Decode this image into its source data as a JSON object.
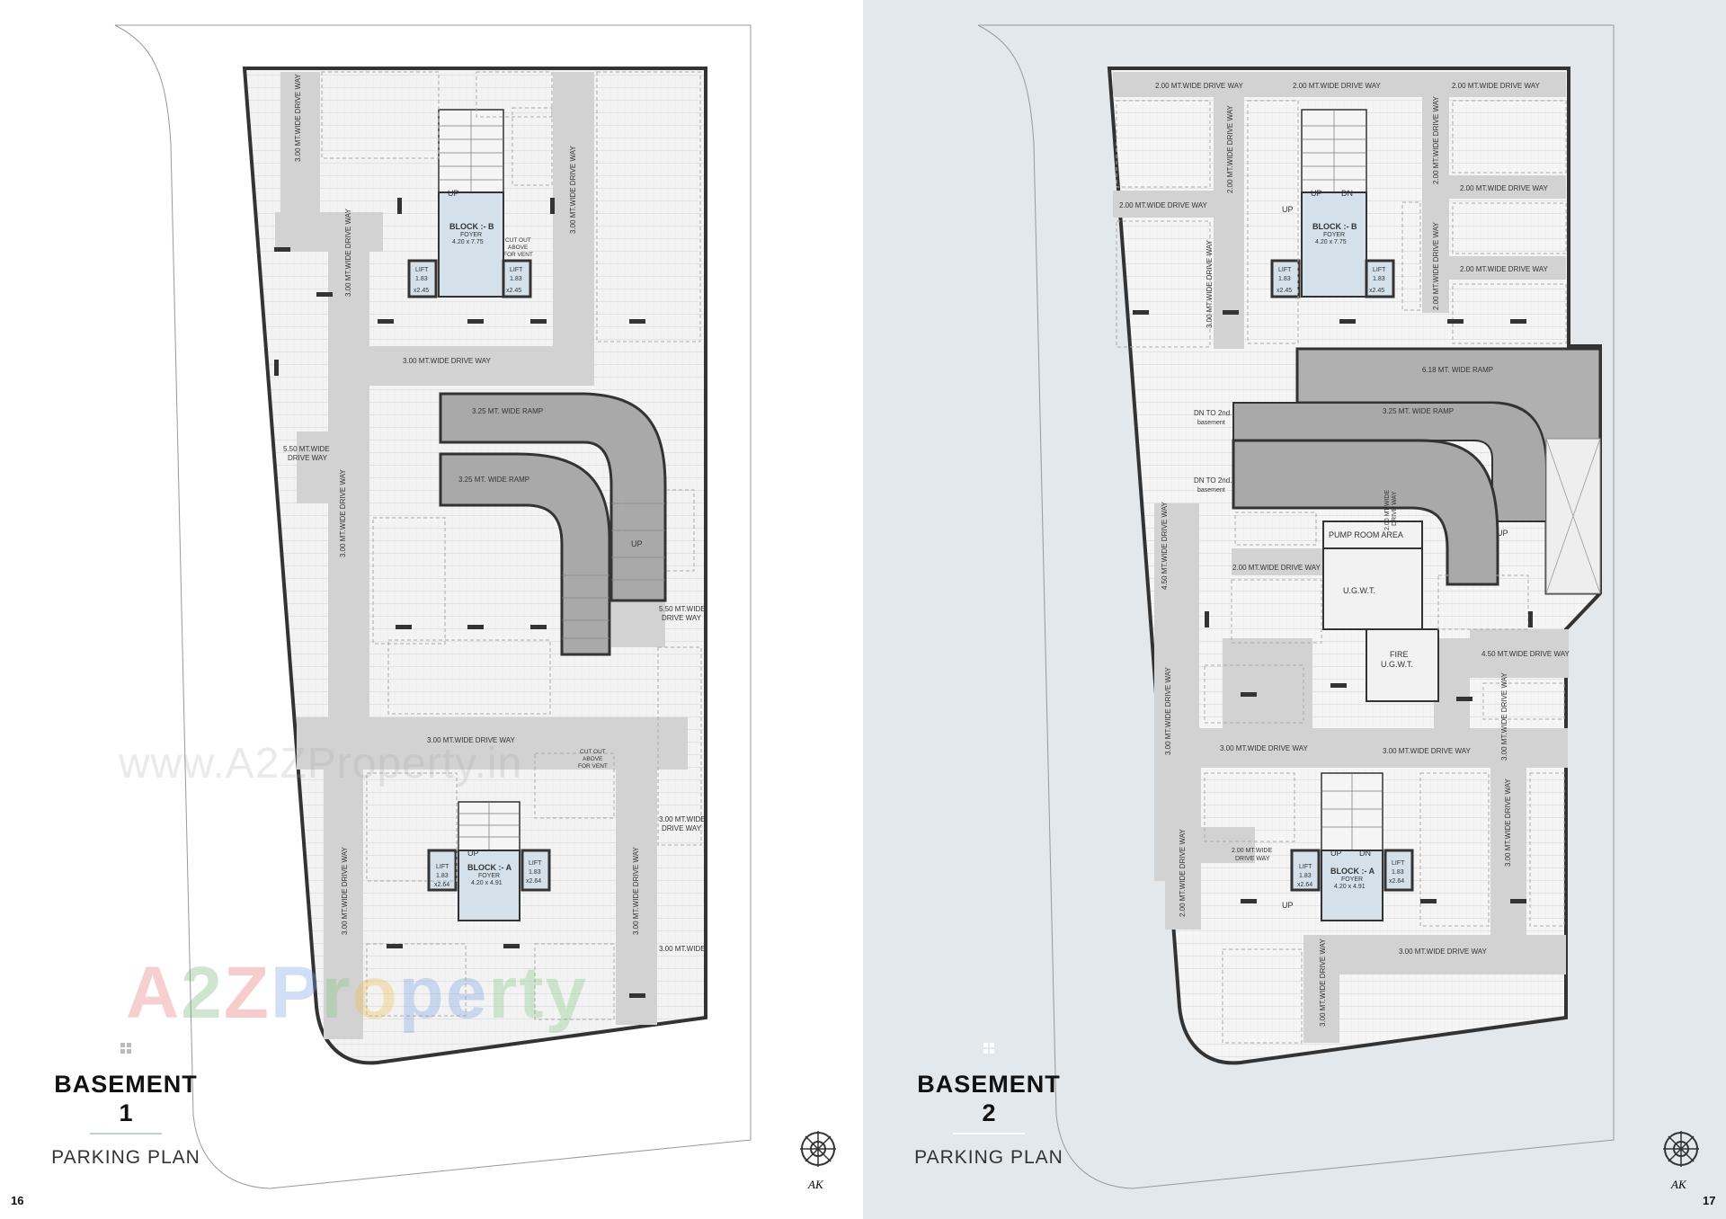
{
  "pages": [
    {
      "title": "BASEMENT",
      "number": "1",
      "subtitle": "PARKING PLAN",
      "page_number": "16",
      "labels": {
        "driveway_3m": "3.00 MT.WIDE DRIVE WAY",
        "driveway_550": "5.50 MT.WIDE",
        "driveway_550b": "DRIVE WAY",
        "ramp": "3.25 MT. WIDE RAMP",
        "up": "UP",
        "cut_out_1": "CUT OUT",
        "cut_out_2": "ABOVE",
        "cut_out_3": "FOR VENT",
        "block_b": "BLOCK :- B",
        "block_a": "BLOCK :- A",
        "foyer": "FOYER",
        "foyer_b_size": "4.20 x 7.75",
        "foyer_a_size": "4.20 x 4.91",
        "lift": "LIFT",
        "lift_w": "1.83",
        "lift_b_size": "x2.45",
        "lift_a_size": "x2.64",
        "driveway_3m_short": "3.00 MT.WIDE",
        "driveway_short": "DRIVE WAY"
      }
    },
    {
      "title": "BASEMENT",
      "number": "2",
      "subtitle": "PARKING PLAN",
      "page_number": "17",
      "labels": {
        "driveway_2m": "2.00 MT.WIDE DRIVE WAY",
        "driveway_2m_a": "2.00 MT.WIDE",
        "driveway_2m_b": "DRIVE WAY",
        "driveway_3m": "3.00 MT.WIDE DRIVE WAY",
        "driveway_450": "4.50 MT.WIDE DRIVE WAY",
        "ramp_618": "6.18 MT. WIDE RAMP",
        "ramp_325": "3.25 MT. WIDE RAMP",
        "dn_to_2nd": "DN TO 2nd.",
        "basement": "basement",
        "pump_room": "PUMP ROOM AREA",
        "ugwt": "U.G.W.T.",
        "fire": "FIRE",
        "up": "UP",
        "dn": "DN",
        "block_b": "BLOCK :- B",
        "block_a": "BLOCK :- A",
        "foyer": "FOYER",
        "foyer_b_size": "4.20 x 7.75",
        "foyer_a_size": "4.20 x 4.91",
        "lift": "LIFT",
        "lift_w": "1.83",
        "lift_b_size": "x2.45",
        "lift_a_size": "x2.64"
      }
    }
  ],
  "watermark": {
    "url": "www.A2ZProperty.in",
    "logo_a": "A",
    "logo_2": "2",
    "logo_z": "Z",
    "logo_p": "P",
    "logo_r": "r",
    "logo_o": "o",
    "logo_pe": "pe",
    "logo_rty": "rty"
  },
  "brand_mark": "AK",
  "colors": {
    "driveway": "#d2d2d2",
    "ramp": "#a9a9a9",
    "foyer": "#d4e1ea",
    "wall": "#333333",
    "right_page_bg": "#e3e8ec"
  }
}
